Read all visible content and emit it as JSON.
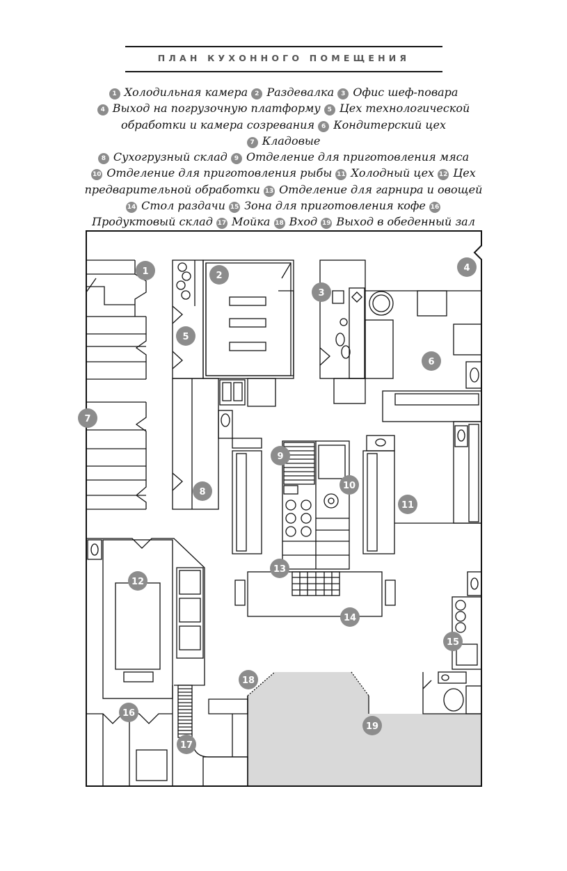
{
  "title": "ПЛАН КУХОННОГО ПОМЕЩЕНИЯ",
  "legend": [
    {
      "num": "1",
      "label": "Холодильная камера"
    },
    {
      "num": "2",
      "label": "Раздевалка"
    },
    {
      "num": "3",
      "label": "Офис шеф-повара"
    },
    {
      "num": "4",
      "label": "Выход на погрузочную платформу"
    },
    {
      "num": "5",
      "label": "Цех технологической обработки и камера созревания"
    },
    {
      "num": "6",
      "label": "Кондитерский цех"
    },
    {
      "num": "7",
      "label": "Кладовые"
    },
    {
      "num": "8",
      "label": "Сухогрузный склад"
    },
    {
      "num": "9",
      "label": "Отделение для приготовления мяса"
    },
    {
      "num": "10",
      "label": "Отделение для приготовления рыбы"
    },
    {
      "num": "11",
      "label": "Холодный цех"
    },
    {
      "num": "12",
      "label": "Цех предварительной обработки"
    },
    {
      "num": "13",
      "label": "Отделение для гарнира и овощей"
    },
    {
      "num": "14",
      "label": "Стол раздачи"
    },
    {
      "num": "15",
      "label": "Зона для приготовления кофе"
    },
    {
      "num": "16",
      "label": "Продуктовый склад"
    },
    {
      "num": "17",
      "label": "Мойка"
    },
    {
      "num": "18",
      "label": "Вход"
    },
    {
      "num": "19",
      "label": "Выход в обеденный зал"
    }
  ],
  "markers": [
    "1",
    "2",
    "3",
    "4",
    "5",
    "6",
    "7",
    "8",
    "9",
    "10",
    "11",
    "12",
    "13",
    "14",
    "15",
    "16",
    "17",
    "18",
    "19"
  ],
  "colors": {
    "marker": "#8c8c8c",
    "dining_floor": "#d9d9d9",
    "lines": "#111111"
  }
}
